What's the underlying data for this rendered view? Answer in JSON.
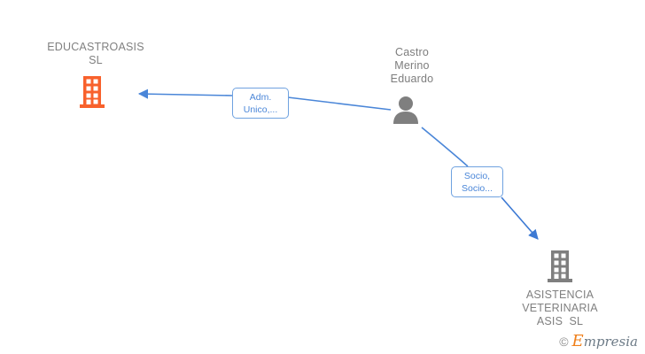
{
  "diagram": {
    "type": "relationship-graph",
    "background": "#ffffff",
    "colors": {
      "company_primary": "#f8612c",
      "company_secondary": "#7f7f7f",
      "person": "#7f7f7f",
      "edge": "#4a86d8",
      "edge_label_border": "#6fa2e0",
      "text": "#808080"
    },
    "nodes": [
      {
        "id": "educastroasis",
        "kind": "company",
        "icon": "building-icon",
        "icon_color": "#f8612c",
        "label_lines": [
          "EDUCASTROASIS",
          "SL"
        ],
        "label_position": "above"
      },
      {
        "id": "castro-merino-eduardo",
        "kind": "person",
        "icon": "person-icon",
        "icon_color": "#7f7f7f",
        "label_lines": [
          "Castro",
          "Merino",
          "Eduardo"
        ],
        "label_position": "above"
      },
      {
        "id": "asistencia-veterinaria-asis",
        "kind": "company",
        "icon": "building-icon",
        "icon_color": "#7f7f7f",
        "label_lines": [
          "ASISTENCIA",
          "VETERINARIA",
          "ASIS  SL"
        ],
        "label_position": "below"
      }
    ],
    "edges": [
      {
        "id": "edge-adm-unico",
        "from": "castro-merino-eduardo",
        "to": "educastroasis",
        "direction": "to-company",
        "label_lines": [
          "Adm.",
          "Unico,..."
        ]
      },
      {
        "id": "edge-socio",
        "from": "castro-merino-eduardo",
        "to": "asistencia-veterinaria-asis",
        "direction": "to-company",
        "label_lines": [
          "Socio,",
          "Socio..."
        ]
      }
    ]
  },
  "watermark": {
    "copyright": "©",
    "brand_initial": "E",
    "brand_rest": "mpresia"
  }
}
